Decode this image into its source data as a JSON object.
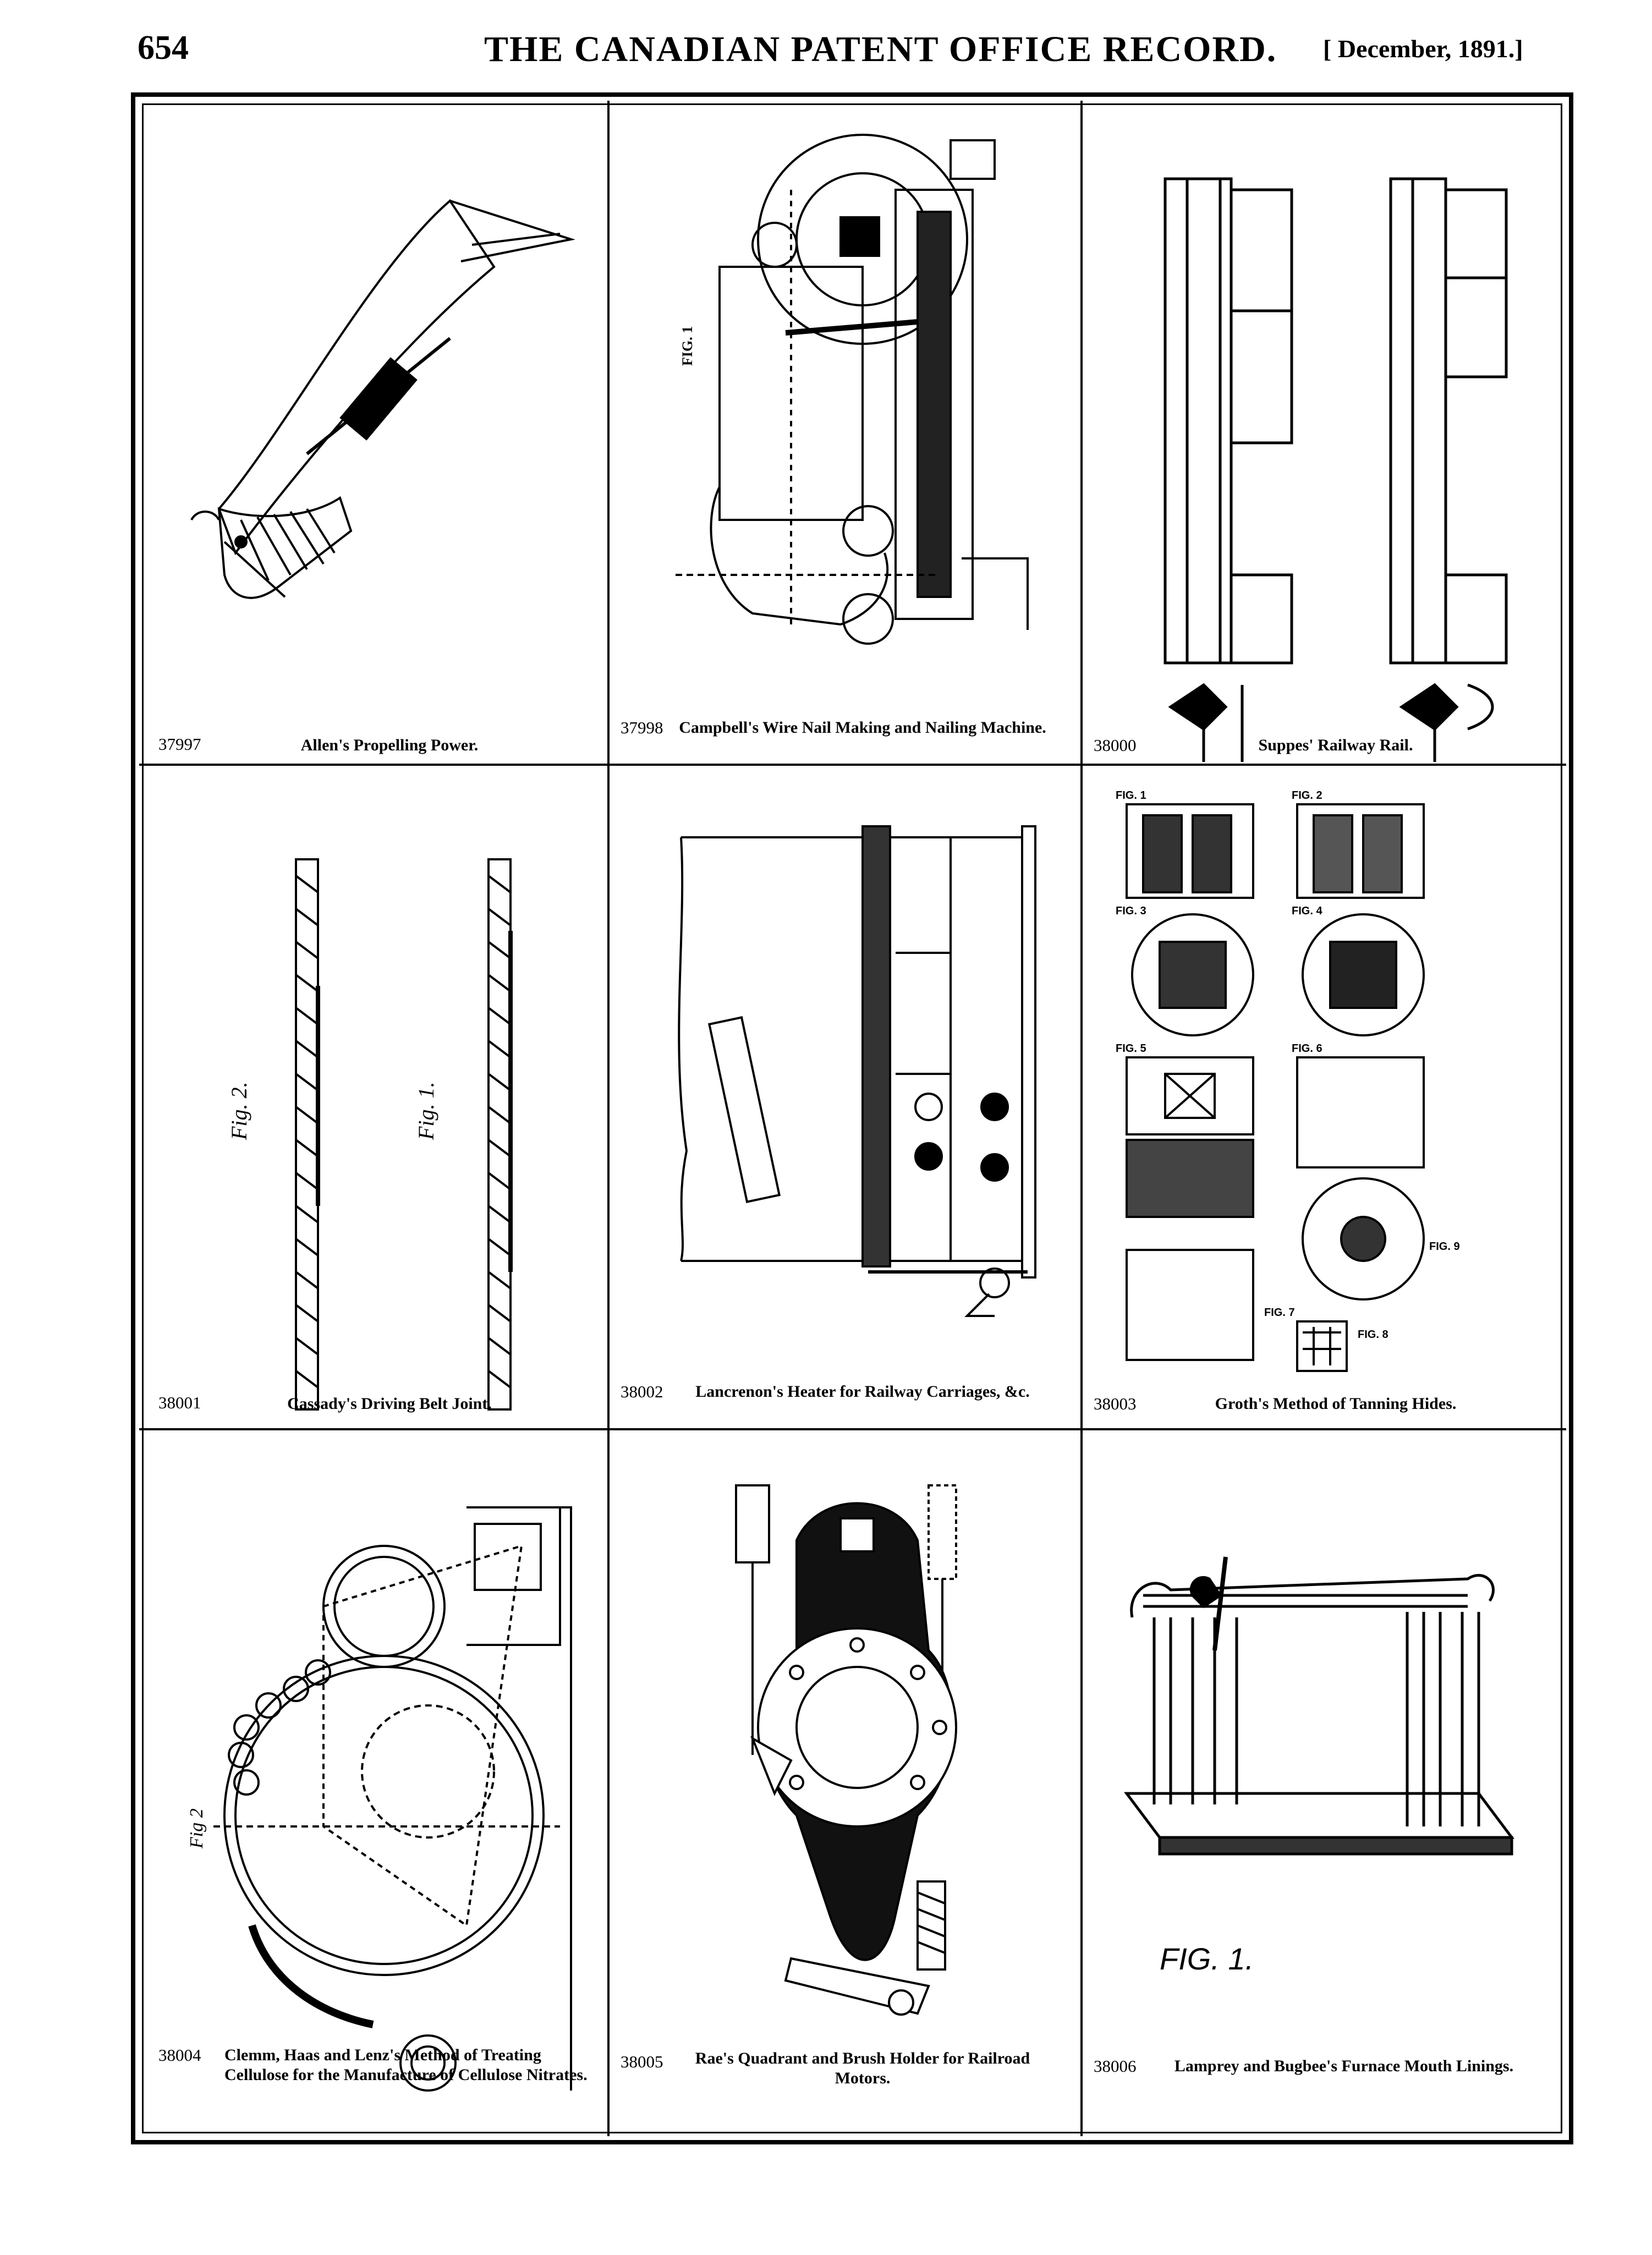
{
  "header": {
    "page_number": "654",
    "title": "THE CANADIAN PATENT OFFICE RECORD.",
    "date": "[ December, 1891.]"
  },
  "patents": [
    {
      "number": "37997",
      "title": "Allen's Propelling Power."
    },
    {
      "number": "37998",
      "title": "Campbell's Wire Nail Making and Nailing Machine."
    },
    {
      "number": "38000",
      "title": "Suppes' Railway Rail."
    },
    {
      "number": "38001",
      "title": "Cassady's Driving Belt Joint."
    },
    {
      "number": "38002",
      "title": "Lancrenon's Heater for Railway Carriages, &c."
    },
    {
      "number": "38003",
      "title": "Groth's Method of Tanning Hides."
    },
    {
      "number": "38004",
      "title": "Clemm, Haas and Lenz's Method of Treating Cellulose for the Manufacture of Cellulose Nitrates."
    },
    {
      "number": "38005",
      "title": "Rae's Quadrant and Brush Holder for Railroad Motors."
    },
    {
      "number": "38006",
      "title": "Lamprey and Bugbee's Furnace Mouth Linings."
    }
  ],
  "figure_labels": {
    "campbell_fig": "FIG. 1",
    "cassady_fig2": "Fig. 2.",
    "cassady_fig1": "Fig. 1.",
    "clemm_fig": "Fig 2",
    "lamprey_fig": "FIG. 1.",
    "groth_fig1": "FIG. 1",
    "groth_fig2": "FIG. 2",
    "groth_fig3": "FIG. 3",
    "groth_fig4": "FIG. 4",
    "groth_fig5": "FIG. 5",
    "groth_fig6": "FIG. 6",
    "groth_fig7": "FIG. 7",
    "groth_fig8": "FIG. 8",
    "groth_fig9": "FIG. 9"
  },
  "colors": {
    "ink": "#000000",
    "paper": "#ffffff"
  }
}
